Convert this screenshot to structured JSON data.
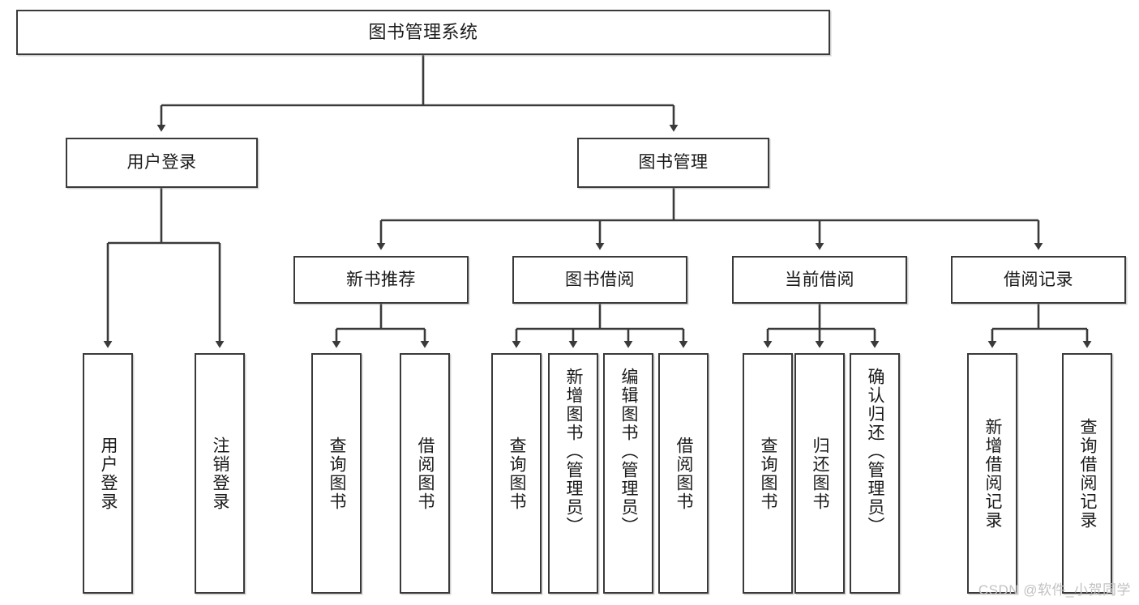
{
  "diagram": {
    "title": "图书管理系统",
    "type": "tree-hierarchy-flowchart",
    "watermark": "CSDN @软件_小贺同学",
    "colors": {
      "border": "#3a3a3a",
      "background": "#ffffff",
      "text": "#1a1a1a",
      "connector": "#3a3a3a",
      "watermark": "#c2c2c2"
    },
    "levels": {
      "root": {
        "label": "图书管理系统"
      },
      "level2": [
        {
          "id": "user-login",
          "label": "用户登录"
        },
        {
          "id": "book-management",
          "label": "图书管理"
        }
      ],
      "level3": [
        {
          "id": "new-book-recommend",
          "label": "新书推荐",
          "parent": "book-management"
        },
        {
          "id": "book-borrow",
          "label": "图书借阅",
          "parent": "book-management"
        },
        {
          "id": "current-borrow",
          "label": "当前借阅",
          "parent": "book-management"
        },
        {
          "id": "borrow-record",
          "label": "借阅记录",
          "parent": "book-management"
        }
      ],
      "leaves": [
        {
          "id": "leaf-user-login",
          "label": "用户登录",
          "parent": "user-login"
        },
        {
          "id": "leaf-logout-login",
          "label": "注销登录",
          "parent": "user-login"
        },
        {
          "id": "leaf-query-book-1",
          "label": "查询图书",
          "parent": "new-book-recommend"
        },
        {
          "id": "leaf-borrow-book-1",
          "label": "借阅图书",
          "parent": "new-book-recommend"
        },
        {
          "id": "leaf-query-book-2",
          "label": "查询图书",
          "parent": "book-borrow"
        },
        {
          "id": "leaf-add-book",
          "label": "新增图书（管理员）",
          "parent": "book-borrow"
        },
        {
          "id": "leaf-edit-book",
          "label": "编辑图书（管理员）",
          "parent": "book-borrow"
        },
        {
          "id": "leaf-borrow-book-2",
          "label": "借阅图书",
          "parent": "book-borrow"
        },
        {
          "id": "leaf-query-book-3",
          "label": "查询图书",
          "parent": "current-borrow"
        },
        {
          "id": "leaf-return-book",
          "label": "归还图书",
          "parent": "current-borrow"
        },
        {
          "id": "leaf-confirm-return",
          "label": "确认归还（管理员）",
          "parent": "current-borrow"
        },
        {
          "id": "leaf-add-record",
          "label": "新增借阅记录",
          "parent": "borrow-record"
        },
        {
          "id": "leaf-query-record",
          "label": "查询借阅记录",
          "parent": "borrow-record"
        }
      ]
    }
  }
}
